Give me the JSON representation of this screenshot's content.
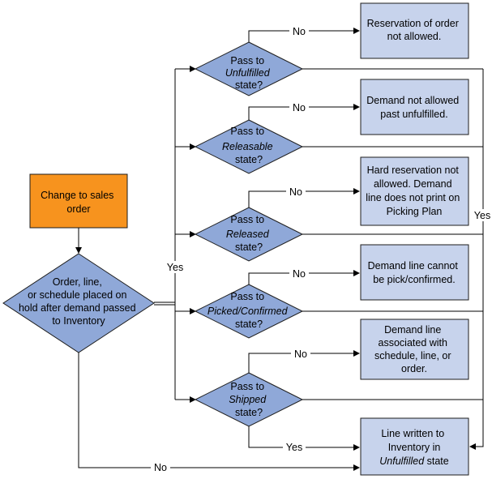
{
  "colors": {
    "start_fill": "#f7931e",
    "decision_fill": "#8fa8d8",
    "outcome_fill": "#c7d3ec",
    "line": "#000000"
  },
  "start": {
    "lines": [
      "Change to sales",
      "order"
    ]
  },
  "hold_decision": {
    "lines": [
      "Order, line,",
      "or schedule placed on",
      "hold after demand passed",
      "to Inventory"
    ]
  },
  "decisions": [
    {
      "l1": "Pass to",
      "state": "Unfulfilled",
      "l3": "state?"
    },
    {
      "l1": "Pass to",
      "state": "Releasable",
      "l3": "state?"
    },
    {
      "l1": "Pass to",
      "state": "Released",
      "l3": "state?"
    },
    {
      "l1": "Pass to",
      "state": "Picked/Confirmed",
      "l3": "state?"
    },
    {
      "l1": "Pass to",
      "state": "Shipped",
      "l3": "state?"
    }
  ],
  "outcomes": [
    {
      "lines": [
        "Reservation of order",
        "not allowed."
      ]
    },
    {
      "lines": [
        "Demand not allowed",
        "past unfulfilled."
      ]
    },
    {
      "lines": [
        "Hard reservation not",
        "allowed. Demand",
        "line does not print on",
        "Picking Plan"
      ]
    },
    {
      "lines": [
        "Demand line cannot",
        "be pick/confirmed."
      ]
    },
    {
      "lines": [
        "Demand line",
        "associated with",
        "schedule, line, or",
        "order."
      ]
    }
  ],
  "final": {
    "l1": "Line written to",
    "l2": "Inventory in",
    "l3_italic": "Unfulfilled",
    "l3_rest": " state"
  },
  "labels": {
    "no": "No",
    "yes": "Yes"
  }
}
